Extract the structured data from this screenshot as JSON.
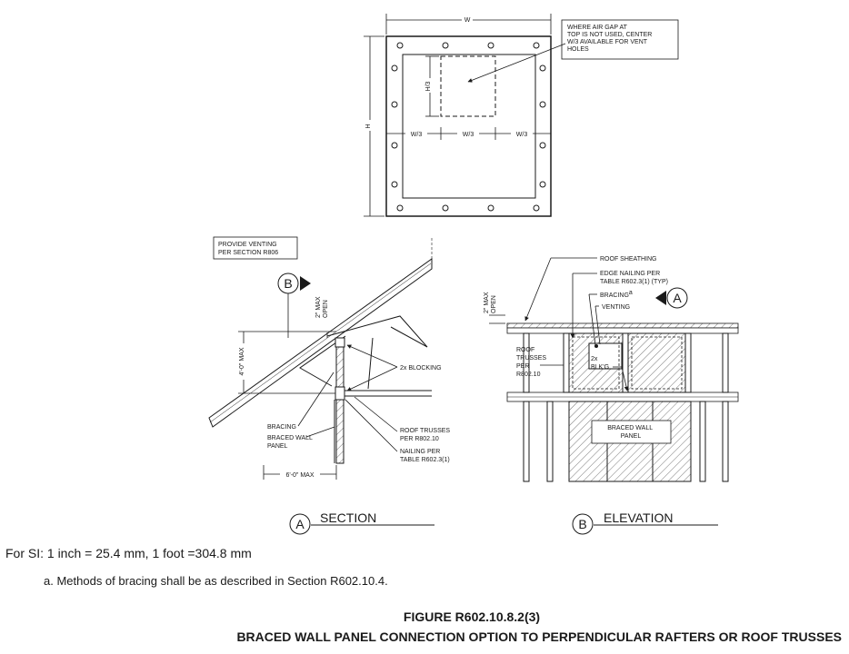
{
  "top_panel": {
    "dim_w": "W",
    "dim_h": "H",
    "dim_h3": "H/3",
    "dim_w3": [
      "W/3",
      "W/3",
      "W/3"
    ],
    "note": [
      "WHERE AIR GAP AT",
      "TOP IS NOT USED, CENTER",
      "W/3 AVAILABLE FOR VENT",
      "HOLES"
    ]
  },
  "section_view": {
    "venting_note": [
      "PROVIDE VENTING",
      "PER SECTION R806"
    ],
    "callout_b": "B",
    "gap": [
      "2\" MAX",
      "OPEN"
    ],
    "height": "4'-0\" MAX",
    "blocking": "2x BLOCKING",
    "bracing": "BRACING",
    "braced_wall": [
      "BRACED WALL",
      "PANEL"
    ],
    "trusses": [
      "ROOF TRUSSES",
      "PER R802.10"
    ],
    "nailing": [
      "NAILING PER",
      "TABLE R602.3(1)"
    ],
    "width": "6'-0\" MAX",
    "caption_letter": "A",
    "caption": "SECTION"
  },
  "elevation_view": {
    "sheathing": "ROOF SHEATHING",
    "edge_nailing": [
      "EDGE NAILING PER",
      "TABLE R602.3(1) (TYP)"
    ],
    "bracing": "BRACING",
    "bracing_sup": "a",
    "callout_a": "A",
    "venting": "VENTING",
    "gap": [
      "2\" MAX",
      "OPEN"
    ],
    "trusses": [
      "ROOF",
      "TRUSSES",
      "PER",
      "R802.10"
    ],
    "blkg": [
      "2x",
      "BLK'G"
    ],
    "braced_wall": [
      "BRACED WALL",
      "PANEL"
    ],
    "caption_letter": "B",
    "caption": "ELEVATION"
  },
  "notes": {
    "si": "For SI: 1 inch = 25.4 mm, 1 foot =304.8 mm",
    "footnote": "a.  Methods of bracing shall be as described in Section R602.10.4."
  },
  "figure": {
    "number": "FIGURE R602.10.8.2(3)",
    "title": "BRACED WALL PANEL CONNECTION OPTION TO PERPENDICULAR RAFTERS OR ROOF TRUSSES"
  }
}
